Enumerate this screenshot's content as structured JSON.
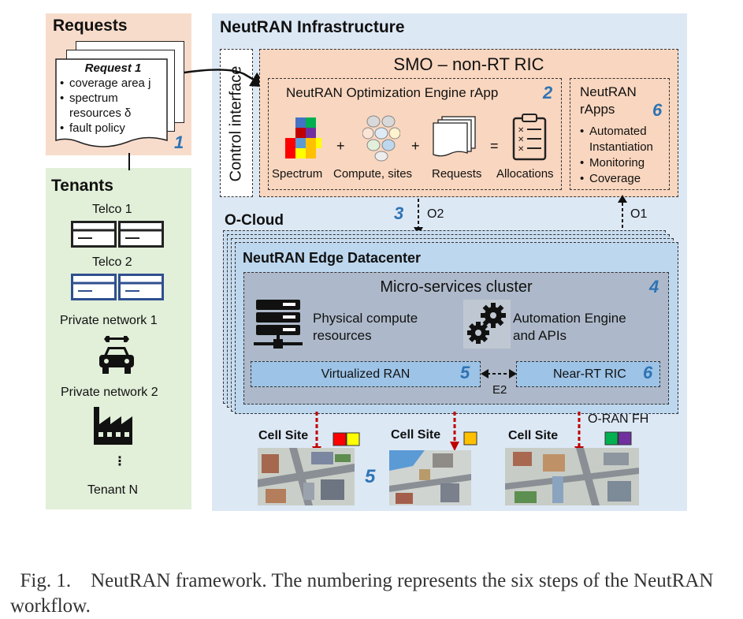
{
  "requests": {
    "title": "Requests",
    "doc_title": "Request 1",
    "items": [
      "coverage area j",
      "spectrum resources δ",
      "fault policy"
    ],
    "step": "1"
  },
  "tenants": {
    "title": "Tenants",
    "items": [
      "Telco 1",
      "Telco 2",
      "Private network 1",
      "Private network 2",
      "⋮",
      "Tenant N"
    ]
  },
  "infra": {
    "title": "NeutRAN Infrastructure",
    "control_interface": "Control interface",
    "smo": "SMO – non-RT RIC",
    "engine": {
      "title": "NeutRAN Optimization Engine rApp",
      "step": "2",
      "labels": [
        "Spectrum",
        "Compute, sites",
        "Requests",
        "Allocations"
      ],
      "ops": [
        "+",
        "+",
        "="
      ]
    },
    "rapps": {
      "title_line1": "NeutRAN",
      "title_line2": "rApps",
      "step": "6",
      "items": [
        "Automated Instantiation",
        "Monitoring",
        "Coverage"
      ]
    },
    "o2": "O2",
    "o2_step": "3",
    "o1": "O1",
    "ocloud": "O-Cloud",
    "edge_dc": "NeutRAN Edge Datacenter",
    "cluster": {
      "title": "Micro-services cluster",
      "step": "4",
      "physical": "Physical compute resources",
      "automation": "Automation Engine and APIs",
      "vran": "Virtualized RAN",
      "vran_step": "5",
      "ric": "Near-RT RIC",
      "ric_step": "6",
      "e2": "E2"
    },
    "fh": "O-RAN FH",
    "cell_site_label": "Cell Site",
    "cells_step": "5"
  },
  "colors": {
    "requests_bg": "#f8dccb",
    "tenants_bg": "#e2efd9",
    "infra_bg": "#dde8f5",
    "smo_bg": "#f9d6bf",
    "edge_bg": "#bdd7ee",
    "cluster_bg": "#adb9ca",
    "vran_bg": "#9dc3e6",
    "step": "#2e74b5",
    "arrow_red": "#c00000"
  },
  "caption": "Fig. 1.    NeutRAN framework. The numbering represents the six steps of the NeutRAN workflow."
}
